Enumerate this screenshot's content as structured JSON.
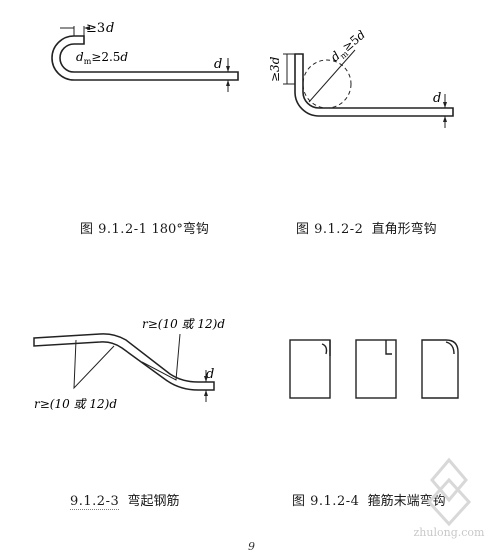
{
  "figures": [
    {
      "caption_num": "图 9.1.2-1",
      "caption_text": "180°弯钩",
      "labels": {
        "straight": "≥3",
        "diameter": "d",
        "bend_prefix": "d",
        "bend_sub": "m",
        "bend_rule": "≥2.5",
        "thickness": "d"
      }
    },
    {
      "caption_num": "图 9.1.2-2",
      "caption_text": "直角形弯钩",
      "labels": {
        "straight": "≥3d",
        "bend_prefix": "d",
        "bend_sub": "m",
        "bend_rule": "≥5",
        "diameter": "d",
        "thickness": "d"
      }
    },
    {
      "caption_num": "9.1.2-3",
      "caption_text": "弯起钢筋",
      "labels": {
        "radius_top": "r≥(10 或 12)",
        "radius_bottom": "r≥(10 或 12)",
        "diameter": "d",
        "thickness": "d"
      }
    },
    {
      "caption_num": "图 9.1.2-4",
      "caption_text": "箍筋末端弯钩"
    }
  ],
  "page_number": "9",
  "watermark": "zhulong.com",
  "colors": {
    "ink": "#1a1a1a",
    "rebar": "#222222"
  }
}
